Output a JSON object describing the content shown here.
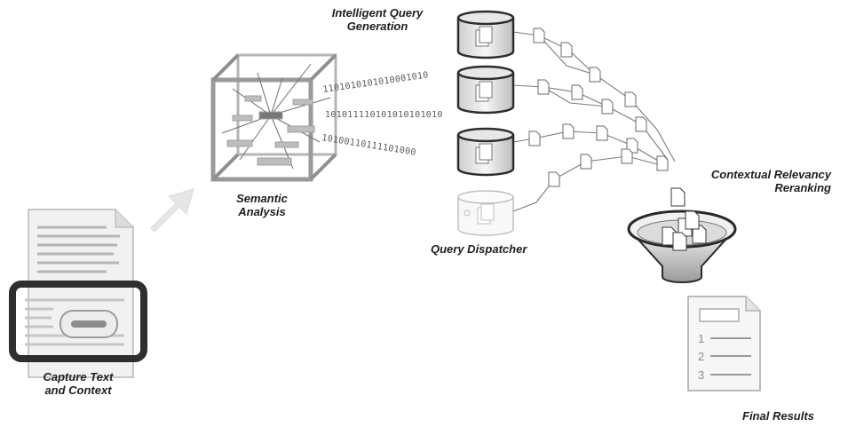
{
  "labels": {
    "capture": [
      "Capture Text",
      "and Context"
    ],
    "semantic": [
      "Semantic",
      "Analysis"
    ],
    "query_gen": [
      "Intelligent Query",
      "Generation"
    ],
    "dispatcher": "Query Dispatcher",
    "rerank": [
      "Contextual Relevancy",
      "Reranking"
    ],
    "final": "Final Results"
  },
  "binary_streams": [
    "1101010101010001010",
    "101011110101010101010",
    "10100110111101000"
  ],
  "result_numbers": [
    "1",
    "2",
    "3"
  ],
  "icons": [
    "document-icon",
    "arrow-icon",
    "cube-icon",
    "database-icon",
    "funnel-icon",
    "results-icon"
  ]
}
